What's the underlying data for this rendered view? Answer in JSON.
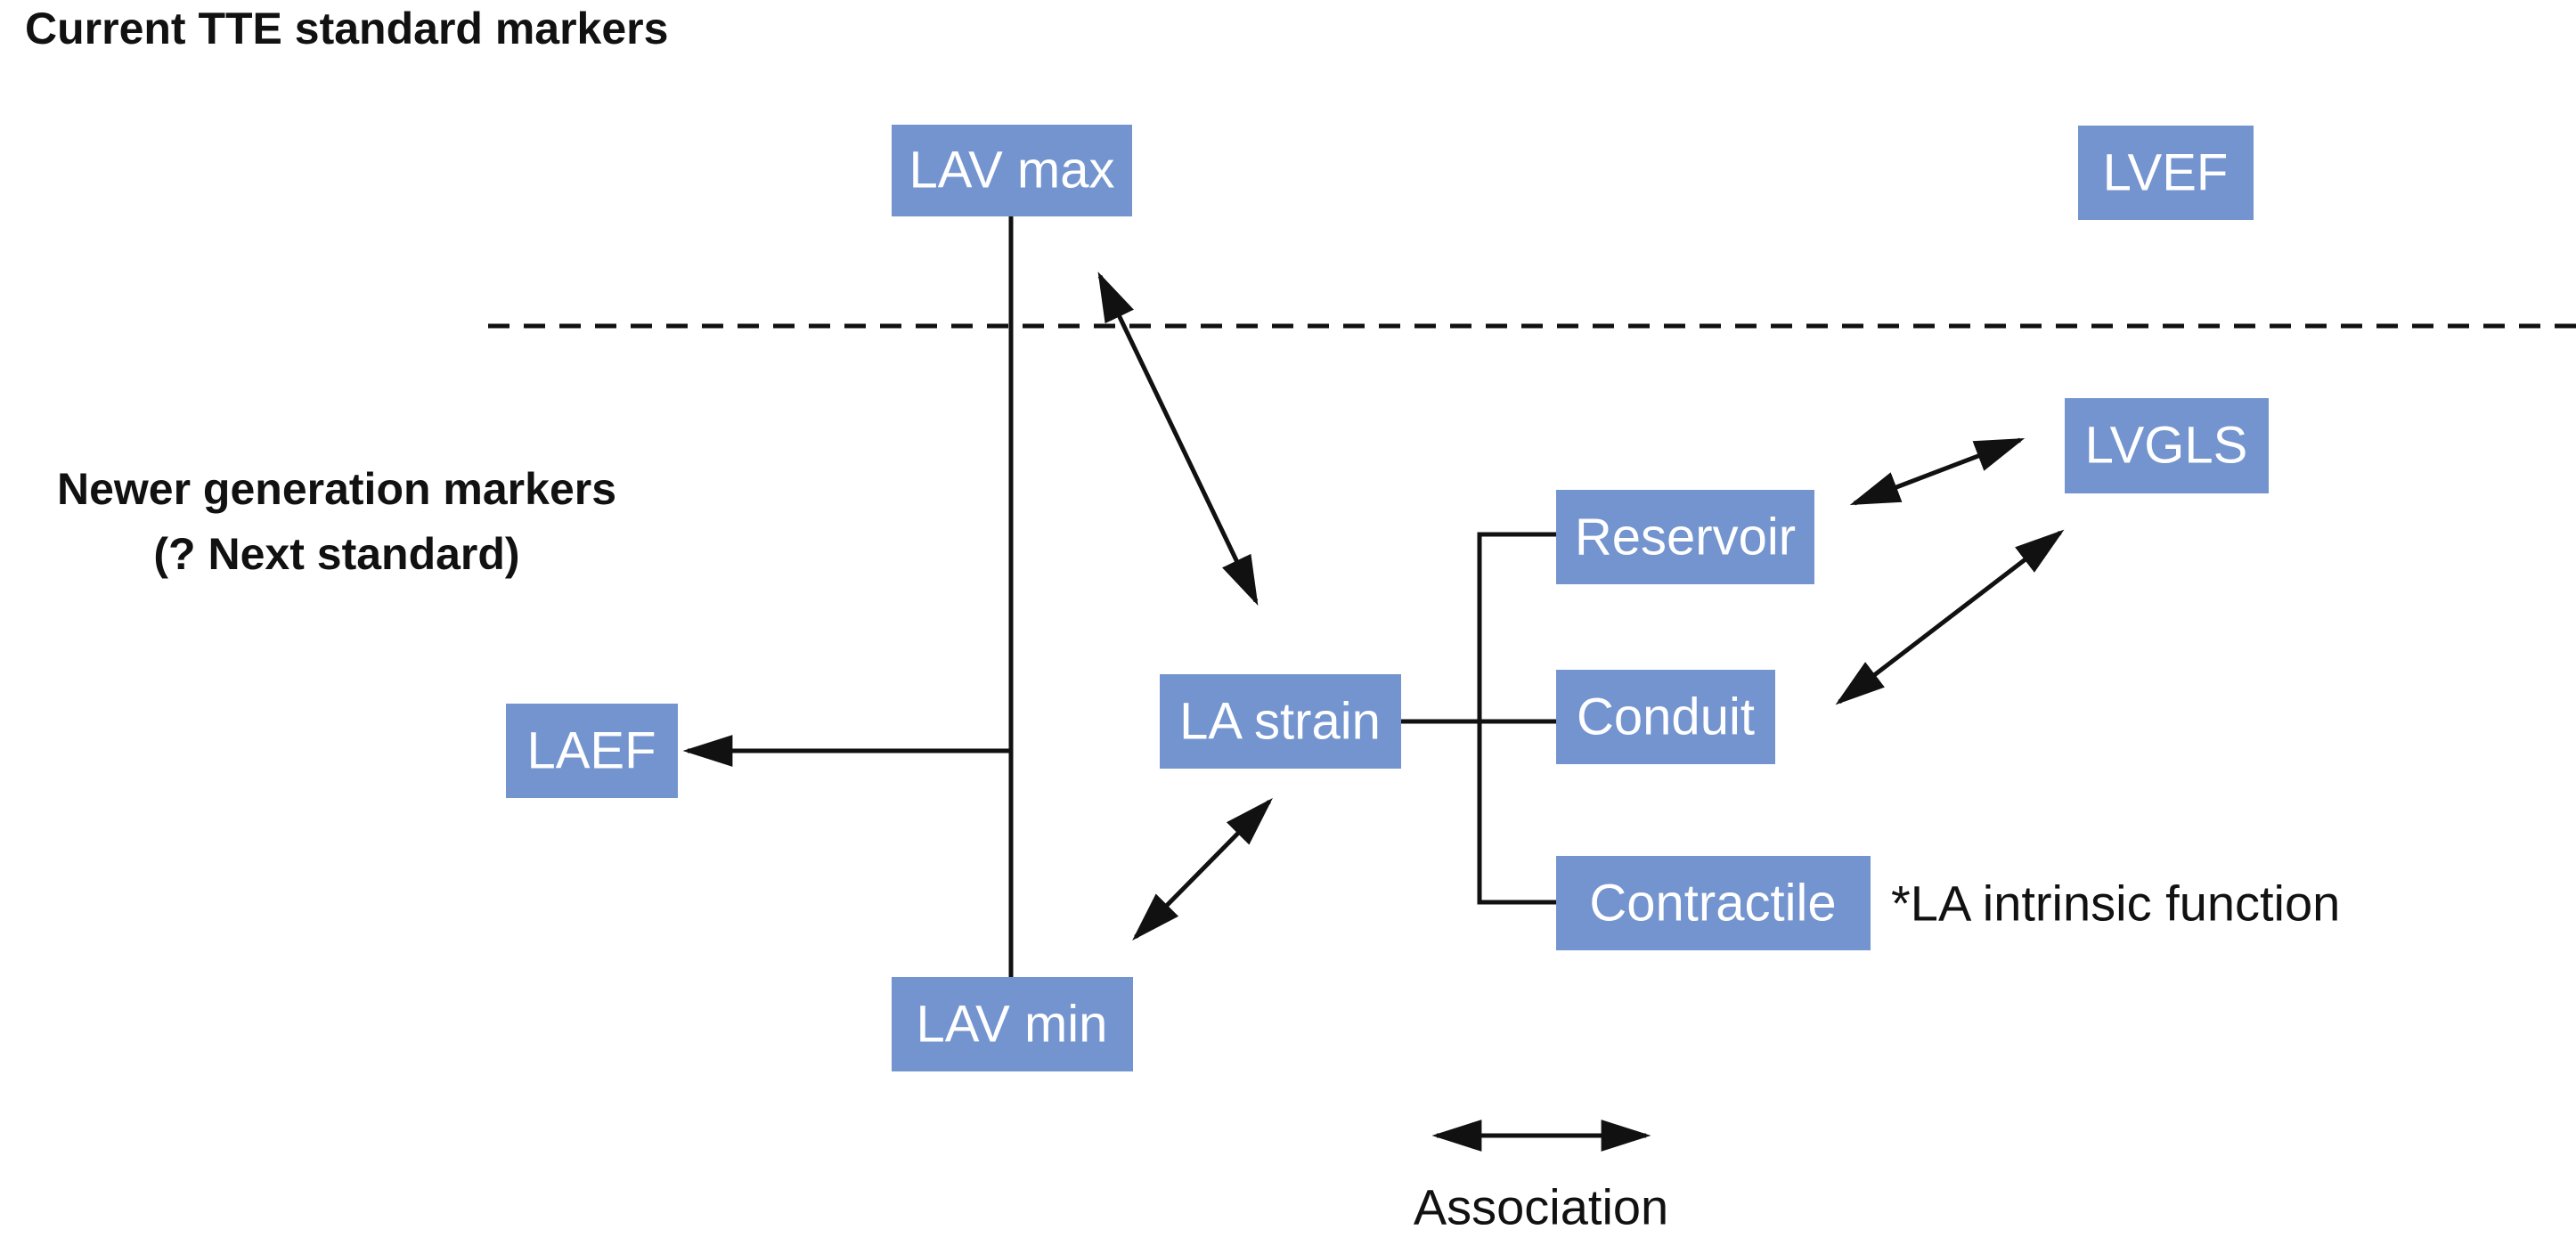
{
  "sections": {
    "current_label": "Current TTE standard markers",
    "newer_label_line1": "Newer generation markers",
    "newer_label_line2": "(? Next standard)"
  },
  "nodes": {
    "lav_max": "LAV max",
    "lvef": "LVEF",
    "lvgls": "LVGLS",
    "reservoir": "Reservoir",
    "conduit": "Conduit",
    "contractile": "Contractile",
    "la_strain": "LA strain",
    "laef": "LAEF",
    "lav_min": "LAV min"
  },
  "annotations": {
    "intrinsic_note": "*LA intrinsic function"
  },
  "legend": {
    "association_label": "Association"
  },
  "colors": {
    "box_fill": "#7394ce",
    "box_text": "#ffffff",
    "line": "#111111"
  }
}
